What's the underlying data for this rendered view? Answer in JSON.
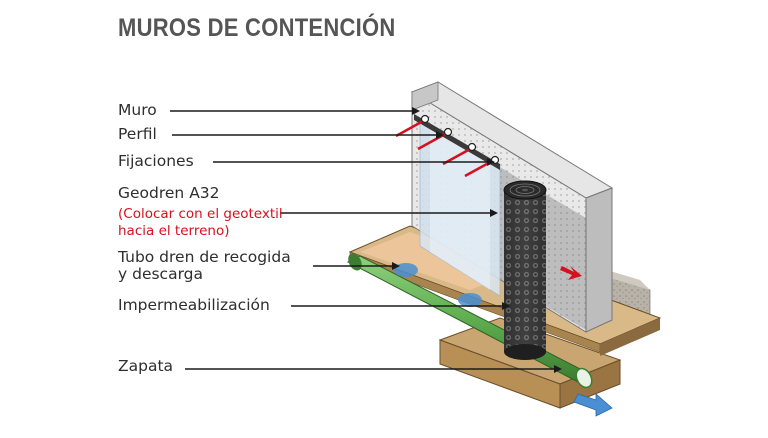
{
  "title": "MUROS DE CONTENCIÓN",
  "labels": {
    "muro": "Muro",
    "perfil": "Perfil",
    "fijaciones": "Fijaciones",
    "geodren": "Geodren A32",
    "geodren_note_1": "(Colocar con el geotextil",
    "geodren_note_2": "hacia el terreno)",
    "tubo_1": "Tubo dren de recogida",
    "tubo_2": "y descarga",
    "impermeabilizacion": "Impermeabilización",
    "zapata": "Zapata"
  },
  "colors": {
    "title": "#555555",
    "text": "#2e2e2e",
    "accent_red": "#d6101f",
    "pipe_green": "#5fae4f",
    "footing_tan": "#c9a571",
    "wall_grey": "#dcdcdc",
    "membrane": "#5c5c5c",
    "water_blue": "#4a8fd1"
  },
  "icons": {
    "fixation": "pin-icon",
    "flow": "arrow-right-icon"
  }
}
